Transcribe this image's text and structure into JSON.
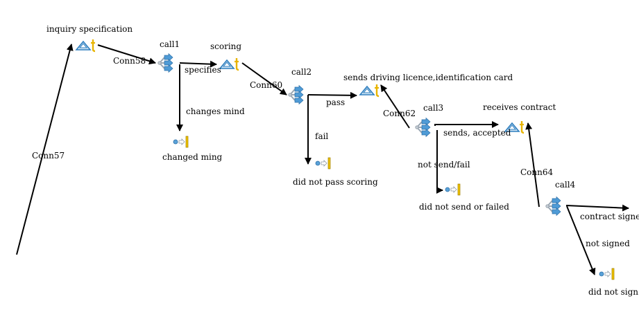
{
  "labels": {
    "inquiry_spec": "inquiry specification",
    "conn58": "Conn58",
    "call1": "call1",
    "scoring": "scoring",
    "specifies": "specifies",
    "changes_mind": "changes mind",
    "changed_ming": "changed ming",
    "conn60": "Conn60",
    "call2": "call2",
    "sends_docs": "sends driving licence,identification card",
    "pass": "pass",
    "fail": "fail",
    "did_not_pass": "did not pass scoring",
    "conn62": "Conn62",
    "call3": "call3",
    "receives_contract": "receives contract",
    "sends_accepted": "sends, accepted",
    "not_send_fail": "not send/fail",
    "did_not_send": "did not send or failed",
    "conn64": "Conn64",
    "call4": "call4",
    "contract_signed": "contract signed",
    "not_signed": "not signed",
    "did_not_sign": "did not sign",
    "conn57": "Conn57"
  },
  "icons": {
    "task": "task-triangle-icon",
    "call": "call-fork-icon",
    "end": "end-node-icon"
  },
  "colors": {
    "icon_blue": "#2f7fbf",
    "icon_yellow": "#e8b400"
  }
}
